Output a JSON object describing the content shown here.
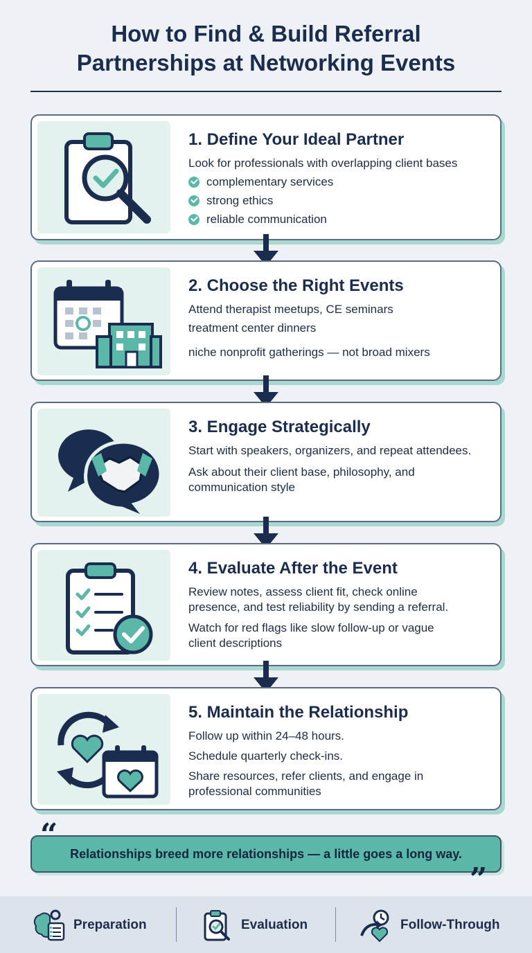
{
  "title": {
    "line1": "How to Find & Build Referral",
    "line2": "Partnerships at Networking Events"
  },
  "steps": [
    {
      "title": "1. Define Your Ideal Partner",
      "intro": "Look for professionals with overlapping client bases",
      "checks": [
        "complementary services",
        "strong ethics",
        "reliable communication"
      ],
      "icon": "clipboard-magnifier-check-icon"
    },
    {
      "title": "2. Choose the Right Events",
      "lines": [
        "Attend therapist meetups, CE seminars",
        "treatment center dinners",
        "niche nonprofit gatherings — not broad mixers"
      ],
      "icon": "calendar-building-icon"
    },
    {
      "title": "3. Engage Strategically",
      "lines": [
        "Start with speakers, organizers, and repeat attendees.",
        "Ask about their client base, philosophy, and",
        "communication style"
      ],
      "icon": "speech-bubbles-handshake-icon"
    },
    {
      "title": "4. Evaluate After the Event",
      "lines": [
        "Review notes, assess client fit, check online",
        "presence, and test reliability by sending a referral.",
        "Watch for red flags like slow follow-up or vague",
        "client descriptions"
      ],
      "icon": "checklist-clipboard-icon"
    },
    {
      "title": "5. Maintain the Relationship",
      "lines": [
        "Follow up within 24–48 hours.",
        "Schedule quarterly check-ins.",
        "Share resources, refer clients, and engage in",
        "professional communities"
      ],
      "icon": "cycle-heart-calendar-icon"
    }
  ],
  "quote": {
    "text": "Relationships breed more relationships — a little goes a long way.",
    "open_mark": "“",
    "close_mark": "”"
  },
  "footer": [
    {
      "label": "Preparation",
      "icon": "brain-gear-checklist-icon"
    },
    {
      "label": "Evaluation",
      "icon": "clipboard-magnifier-icon"
    },
    {
      "label": "Follow-Through",
      "icon": "clock-arrow-heart-icon"
    }
  ],
  "colors": {
    "background": "#eef2f6",
    "navy": "#1b2d4f",
    "teal": "#5bb8a8",
    "icon_panel": "#e4f2ef",
    "card_shadow": "#a9d8d0"
  }
}
